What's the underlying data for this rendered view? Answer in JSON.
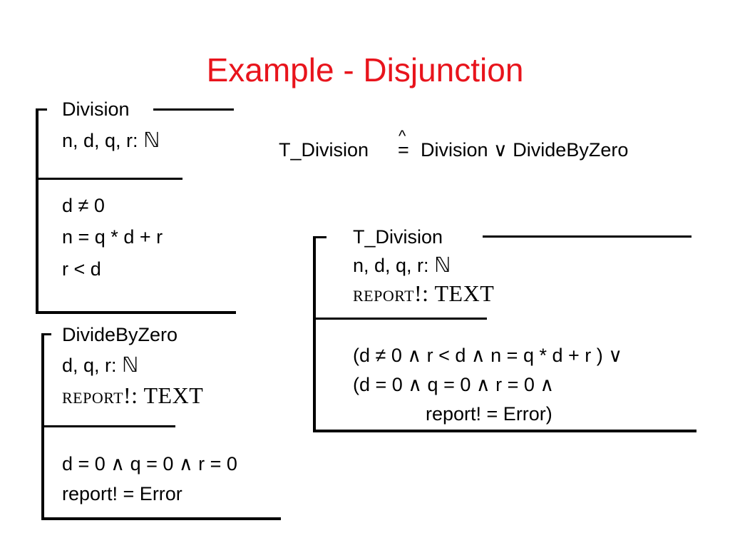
{
  "slide": {
    "title": "Example - Disjunction",
    "title_color": "#e8141c"
  },
  "definition": {
    "lhs": "T_Division",
    "hat": "^",
    "eq": "=",
    "rhs": "Division ∨ DivideByZero"
  },
  "schema_division": {
    "name": "Division",
    "decl": "n, d, q, r: ",
    "type": "ℕ",
    "predicates": [
      "d ≠ 0",
      "n = q * d + r",
      "r < d"
    ]
  },
  "schema_dividebyzero": {
    "name": "DivideByZero",
    "decl": "d, q, r: ",
    "type": "ℕ",
    "decl2": "report!: TEXT",
    "predicates": [
      "d = 0 ∧ q = 0 ∧ r = 0",
      "report! = Error"
    ]
  },
  "schema_tdivision": {
    "name": "T_Division",
    "decl": "n, d, q, r: ",
    "type": "ℕ",
    "decl2": "report!: TEXT",
    "predicates": [
      "(d ≠ 0 ∧ r < d ∧ n = q * d + r ) ∨",
      "(d = 0 ∧ q = 0 ∧ r = 0 ∧",
      "report! = Error)"
    ]
  }
}
